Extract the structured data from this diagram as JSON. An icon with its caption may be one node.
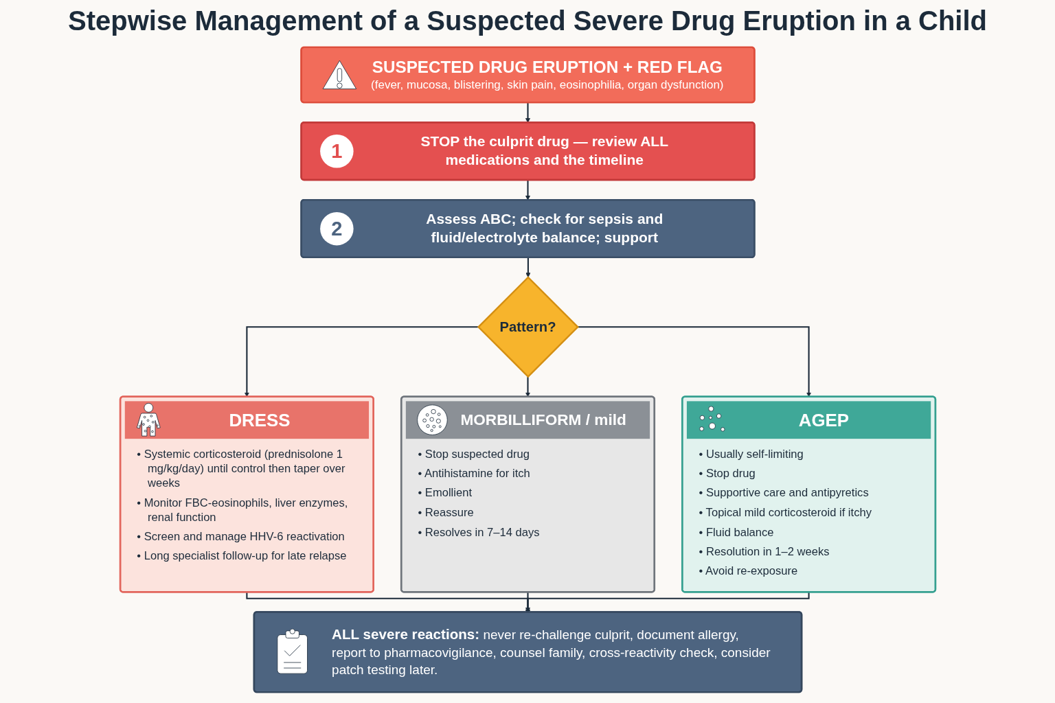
{
  "diagram": {
    "title": "Stepwise Management of a Suspected Severe Drug Eruption in a Child",
    "nodes": [
      {
        "text": [
          "SUSPECTED DRUG ERUPTION + RED FLAG",
          "(fever, mucosa, blistering, skin pain, eosinophilia, organ dysfunction)"
        ]
      },
      {
        "text": [
          "1",
          "STOP the culprit drug — review ALL medications and the timeline"
        ]
      },
      {
        "text": [
          "2",
          "Assess ABC; check for sepsis and fluid/electrolyte balance; support"
        ]
      },
      {
        "text": [
          "Pattern?"
        ]
      },
      {
        "text": [
          "DRESS",
          "• Systemic corticosteroid (prednisolone 1 mg/kg/day) until control then taper over weeks",
          "• Monitor FBC-eosinophils, liver enzymes, renal function",
          "• Screen and manage HHV-6 reactivation",
          "• Long specialist follow-up for late relapse"
        ]
      },
      {
        "text": [
          "MORBILLIFORM / mild",
          "• Stop suspected drug",
          "• Antihistamine for itch",
          "• Emollient",
          "• Reassure",
          "• Resolves in 7–14 days"
        ]
      },
      {
        "text": [
          "AGEP",
          "• Usually self-limiting",
          "• Stop drug",
          "• Supportive care and antipyretics",
          "• Topical mild corticosteroid if itchy",
          "• Fluid balance",
          "• Resolution in 1–2 weeks",
          "• Avoid re-exposure"
        ]
      },
      {
        "text": [
          "**ALL severe reactions:** never re-challenge culprit, document allergy, report to pharmacovigilance, counsel family, cross-reactivity check, consider patch testing later."
        ]
      }
    ],
    "edges": [
      {
        "from": 0,
        "to": 1,
        "arrow": "to"
      },
      {
        "from": 1,
        "to": 2,
        "arrow": "to"
      },
      {
        "from": 2,
        "to": 3,
        "arrow": "to"
      },
      {
        "from": 3,
        "to": 4,
        "arrow": "to"
      },
      {
        "from": 3,
        "to": 5,
        "arrow": "to"
      },
      {
        "from": 3,
        "to": 6,
        "arrow": "to"
      },
      {
        "from": 4,
        "to": 7,
        "arrow": "to"
      },
      {
        "from": 5,
        "to": 7,
        "arrow": "to"
      },
      {
        "from": 6,
        "to": 7,
        "arrow": "to"
      }
    ]
  }
}
